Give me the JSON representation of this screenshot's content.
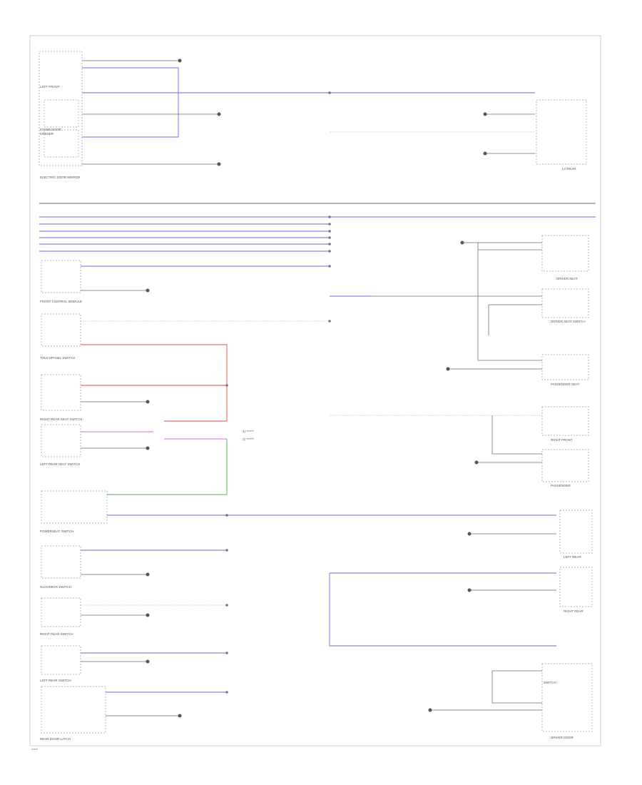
{
  "footer_code": "*****",
  "colors": {
    "blue_wire": "#6a6ae6",
    "red_wire": "#e34a4a",
    "pink_wire": "#e36ae3",
    "green_wire": "#4caf50",
    "gray_wire": "#6e6e6e"
  },
  "labels": {
    "left": [
      "LEFT FRONT",
      "INSIDE DOOR",
      "OPENER",
      "ELECTRIC DOOR MIRROR",
      "FRONT CONTROL MODULE",
      "TOUCHPANEL SWITCH",
      "RIGHT REAR SEAT SWITCH",
      "LEFT REAR SEAT SWITCH",
      "POWERSEAT SWITCH",
      "GLOVEBOX SWITCH",
      "RIGHT REAR SWITCH",
      "LEFT REAR SWITCH",
      "REAR DOOR LATCH"
    ],
    "right": [
      "LH REAR",
      "DRIVER SEAT",
      "DRIVER SEAT SWITCH",
      "PASSENGER SEAT",
      "RIGHT FRONT",
      "PASSENGER",
      "LEFT REAR",
      "RIGHT REAR",
      "SWITCH",
      "DRIVER DOOR"
    ],
    "legend": [
      "1) ******",
      "2) ******"
    ]
  }
}
